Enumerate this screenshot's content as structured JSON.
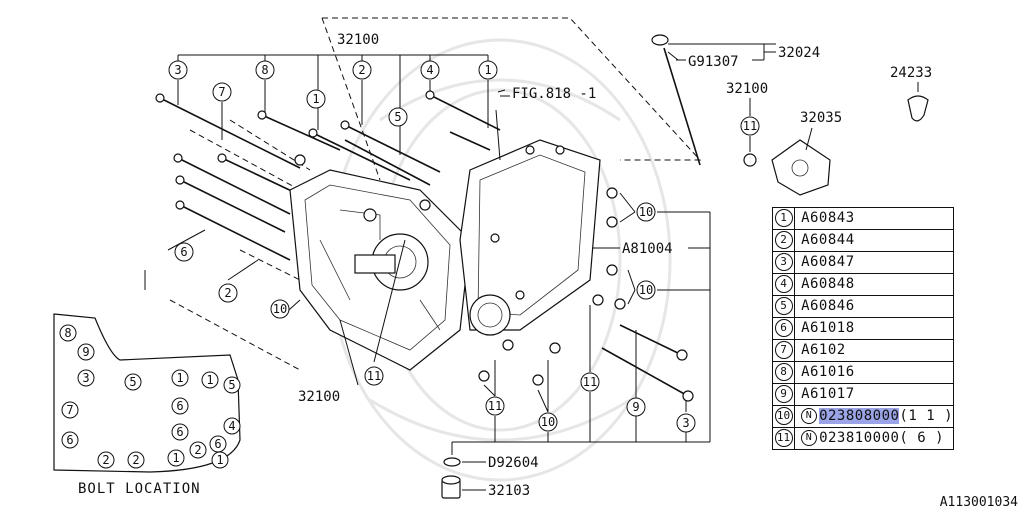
{
  "diagram": {
    "callouts_main": {
      "c3_top": "3",
      "c7": "7",
      "c8": "8",
      "c2_top": "2",
      "c4": "4",
      "c1_top_right": "1",
      "c1_mid": "1",
      "c5_mid": "5",
      "c6": "6",
      "c2_low": "2",
      "c10_low": "10",
      "c11_center": "11",
      "c10_right_a": "10",
      "c10_right_b": "10",
      "c11_bot_a": "11",
      "c10_bot": "10",
      "c11_bot_b": "11",
      "c9": "9",
      "c3_bot": "3",
      "c11_bracket": "11"
    },
    "part_numbers": {
      "p32100_top": "32100",
      "p32100_bottom": "32100",
      "p32100_right": "32100",
      "fig_ref": "FIG.818 -1",
      "p32024": "32024",
      "g91307": "G91307",
      "p24233": "24233",
      "p32035": "32035",
      "a81004": "A81004",
      "d92604": "D92604",
      "p32103": "32103"
    },
    "bolt_location": {
      "title": "BOLT LOCATION",
      "markers": [
        "8",
        "9",
        "3",
        "5",
        "1",
        "1",
        "5",
        "7",
        "6",
        "6",
        "4",
        "6",
        "6",
        "2",
        "2",
        "1",
        "2",
        "1"
      ]
    },
    "image_code": "A113001034"
  },
  "parts_table": [
    {
      "ref": "1",
      "prefix": "",
      "part": "A60843",
      "qty": "",
      "highlight": false
    },
    {
      "ref": "2",
      "prefix": "",
      "part": "A60844",
      "qty": "",
      "highlight": false
    },
    {
      "ref": "3",
      "prefix": "",
      "part": "A60847",
      "qty": "",
      "highlight": false
    },
    {
      "ref": "4",
      "prefix": "",
      "part": "A60848",
      "qty": "",
      "highlight": false
    },
    {
      "ref": "5",
      "prefix": "",
      "part": "A60846",
      "qty": "",
      "highlight": false
    },
    {
      "ref": "6",
      "prefix": "",
      "part": "A61018",
      "qty": "",
      "highlight": false
    },
    {
      "ref": "7",
      "prefix": "",
      "part": "A6102",
      "qty": "",
      "highlight": false
    },
    {
      "ref": "8",
      "prefix": "",
      "part": "A61016",
      "qty": "",
      "highlight": false
    },
    {
      "ref": "9",
      "prefix": "",
      "part": "A61017",
      "qty": "",
      "highlight": false
    },
    {
      "ref": "10",
      "prefix": "N",
      "part": "023808000",
      "qty": "(1 1 )",
      "highlight": true
    },
    {
      "ref": "11",
      "prefix": "N",
      "part": "023810000",
      "qty": "( 6 )",
      "highlight": false
    }
  ]
}
